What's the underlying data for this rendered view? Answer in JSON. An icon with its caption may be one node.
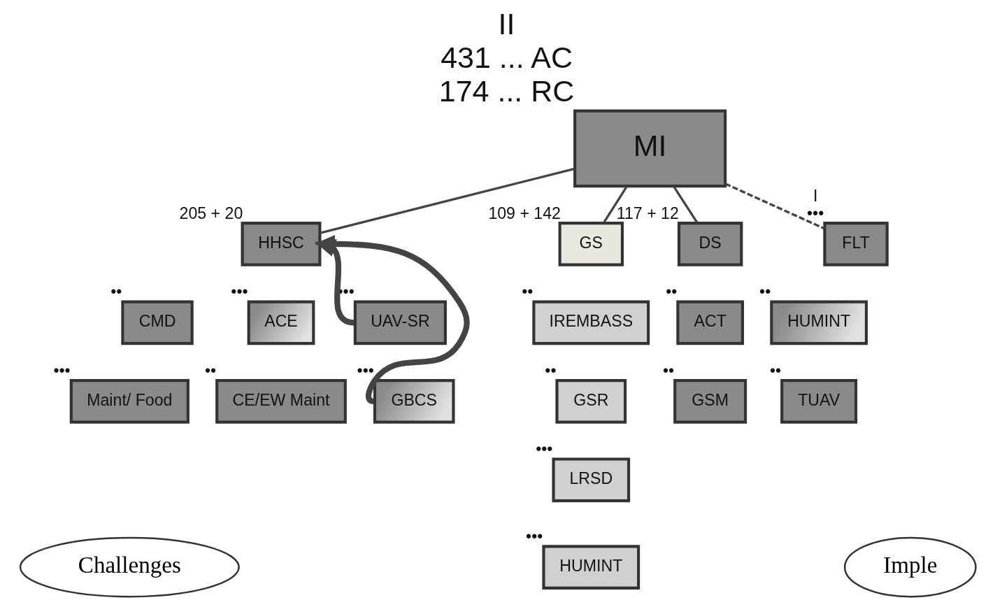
{
  "diagram": {
    "nodes": [
      {
        "text": [
          "MI"
        ],
        "beside": [
          "II",
          "431 ... AC",
          "174 ... RC"
        ]
      },
      {
        "text": [
          "HHSC"
        ],
        "beside": [
          "205 + 20"
        ]
      },
      {
        "text": [
          "GS"
        ],
        "beside": [
          "109 + 142"
        ]
      },
      {
        "text": [
          "DS"
        ],
        "beside": [
          "117 + 12"
        ]
      },
      {
        "text": [
          "FLT"
        ],
        "beside": [
          "I",
          "•••"
        ]
      },
      {
        "text": [
          "CMD"
        ],
        "beside": [
          "••"
        ]
      },
      {
        "text": [
          "ACE"
        ],
        "beside": [
          "•••"
        ]
      },
      {
        "text": [
          "Maint/ Food"
        ],
        "beside": [
          "•••"
        ]
      },
      {
        "text": [
          "CE/EW Maint"
        ],
        "beside": [
          "••"
        ]
      },
      {
        "text": [
          "UAV-SR"
        ],
        "beside": [
          "•••"
        ]
      },
      {
        "text": [
          "GBCS"
        ],
        "beside": [
          "•••"
        ]
      },
      {
        "text": [
          "IREMBASS"
        ],
        "beside": [
          "••"
        ]
      },
      {
        "text": [
          "GSR"
        ],
        "beside": [
          "••"
        ]
      },
      {
        "text": [
          "LRSD"
        ],
        "beside": [
          "•••"
        ]
      },
      {
        "text": [
          "HUMINT"
        ],
        "beside": [
          "•••"
        ]
      },
      {
        "text": [
          "ACT"
        ],
        "beside": [
          "••"
        ]
      },
      {
        "text": [
          "HUMINT"
        ],
        "beside": [
          "••"
        ]
      },
      {
        "text": [
          "GSM"
        ],
        "beside": [
          "••"
        ]
      },
      {
        "text": [
          "TUAV"
        ],
        "beside": [
          "••"
        ]
      },
      {
        "text": [
          "Challenges"
        ]
      },
      {
        "text": [
          "Imple"
        ]
      }
    ],
    "edges": [
      {
        "from": 0,
        "to": 1,
        "arrow": "none"
      },
      {
        "from": 0,
        "to": 2,
        "arrow": "none"
      },
      {
        "from": 0,
        "to": 3,
        "arrow": "none"
      },
      {
        "from": 0,
        "to": 4,
        "arrow": "none",
        "style": "dashed"
      },
      {
        "from": 9,
        "to": 1,
        "arrow": "to",
        "style": "thick"
      },
      {
        "from": 10,
        "to": 1,
        "arrow": "to",
        "style": "thick"
      }
    ]
  }
}
